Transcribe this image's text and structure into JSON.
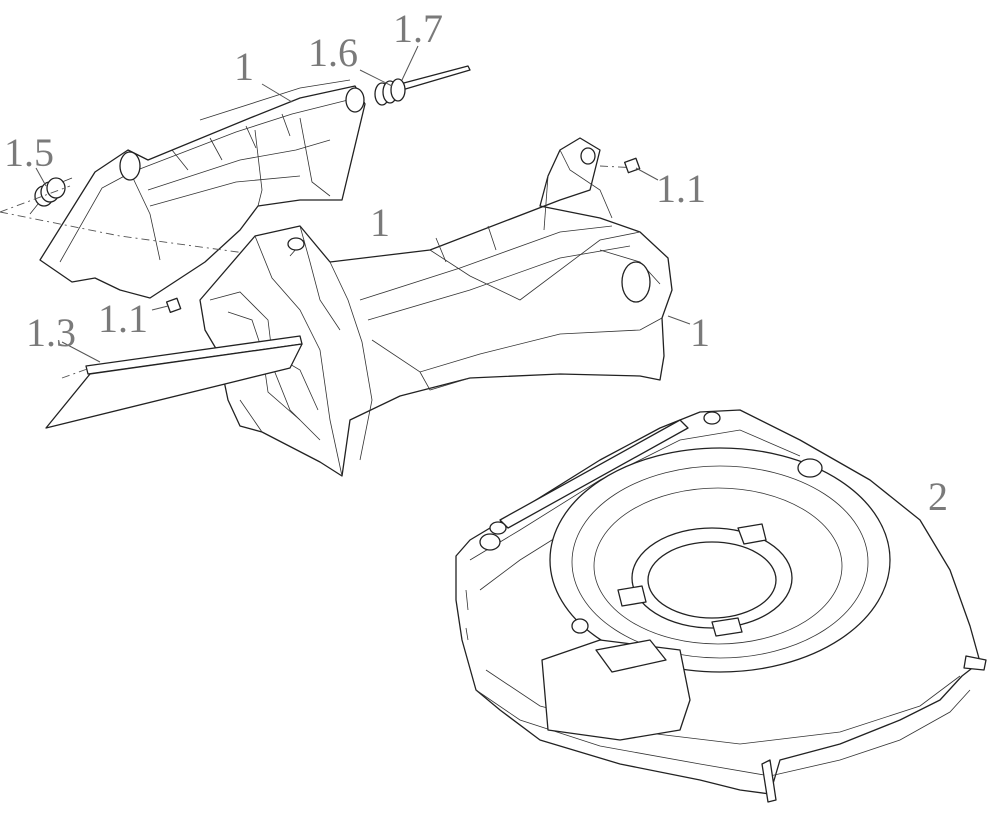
{
  "callouts": [
    {
      "id": "label-1-7",
      "text": "1.7"
    },
    {
      "id": "label-1-6",
      "text": "1.6"
    },
    {
      "id": "label-1-top",
      "text": "1"
    },
    {
      "id": "label-1-5",
      "text": "1.5"
    },
    {
      "id": "label-1-1-right",
      "text": "1.1"
    },
    {
      "id": "label-1-mid",
      "text": "1"
    },
    {
      "id": "label-1-1-left",
      "text": "1.1"
    },
    {
      "id": "label-1-3",
      "text": "1.3"
    },
    {
      "id": "label-1-right",
      "text": "1"
    },
    {
      "id": "label-2",
      "text": "2"
    }
  ]
}
